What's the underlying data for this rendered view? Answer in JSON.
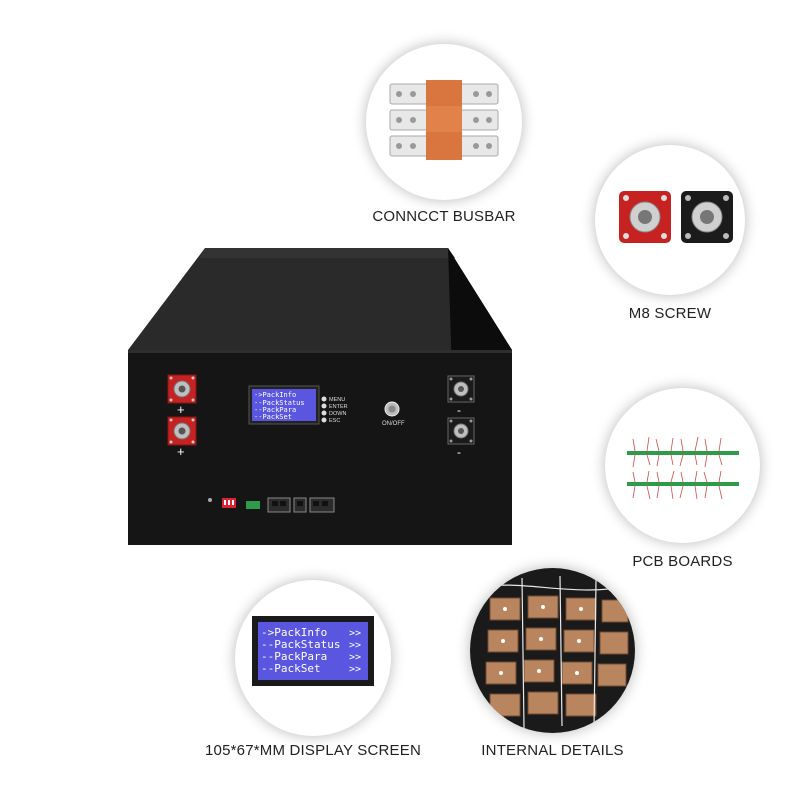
{
  "callouts": {
    "busbar": {
      "caption": "CONNCCT BUSBAR"
    },
    "screw": {
      "caption": "M8 SCREW"
    },
    "pcb": {
      "caption": "PCB BOARDS"
    },
    "display": {
      "caption": "105*67*MM DISPLAY SCREEN"
    },
    "internal": {
      "caption": "INTERNAL DETAILS"
    }
  },
  "lcd": {
    "lines": [
      "PackInfo",
      "PackStatus",
      "PackPara",
      "PackSet"
    ],
    "prefixes": [
      "->",
      "--",
      "--",
      "--"
    ],
    "arrow": ">>"
  },
  "buttons": [
    "MENU",
    "ENTER",
    "DOWN",
    "ESC"
  ],
  "power": {
    "label": "ON/OFF"
  },
  "terminals": {
    "positive": "+",
    "negative": "-"
  },
  "colors": {
    "lcd_background": "#5a56e0",
    "terminal_red": "#c62222",
    "housing_black": "#151515",
    "busbar_copper": "#d9763f"
  }
}
